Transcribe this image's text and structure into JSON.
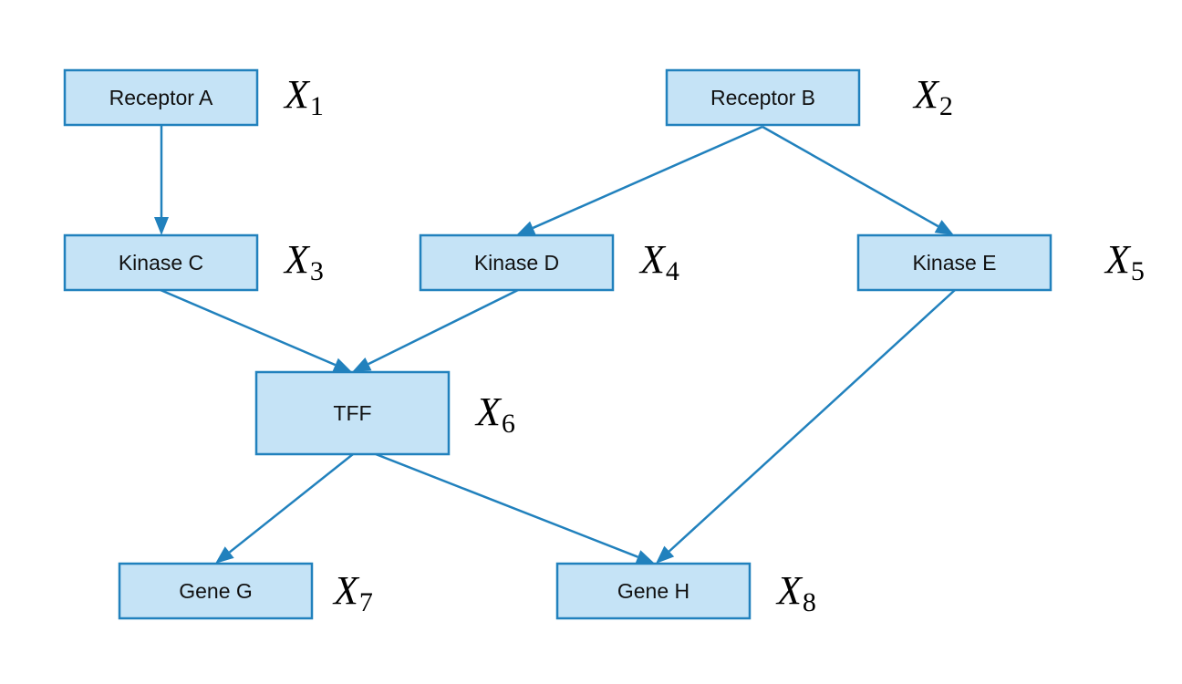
{
  "colors": {
    "node_fill": "#c5e3f6",
    "node_border": "#2181bd",
    "edge": "#2181bd",
    "text": "#111111"
  },
  "nodes": [
    {
      "id": "receptor-a",
      "label": "Receptor A",
      "var": "X",
      "sub": "1"
    },
    {
      "id": "receptor-b",
      "label": "Receptor B",
      "var": "X",
      "sub": "2"
    },
    {
      "id": "kinase-c",
      "label": "Kinase C",
      "var": "X",
      "sub": "3"
    },
    {
      "id": "kinase-d",
      "label": "Kinase D",
      "var": "X",
      "sub": "4"
    },
    {
      "id": "kinase-e",
      "label": "Kinase E",
      "var": "X",
      "sub": "5"
    },
    {
      "id": "tff",
      "label": "TFF",
      "var": "X",
      "sub": "6"
    },
    {
      "id": "gene-g",
      "label": "Gene G",
      "var": "X",
      "sub": "7"
    },
    {
      "id": "gene-h",
      "label": "Gene H",
      "var": "X",
      "sub": "8"
    }
  ],
  "edges": [
    {
      "from": "receptor-a",
      "to": "kinase-c"
    },
    {
      "from": "receptor-b",
      "to": "kinase-d"
    },
    {
      "from": "receptor-b",
      "to": "kinase-e"
    },
    {
      "from": "kinase-c",
      "to": "tff"
    },
    {
      "from": "kinase-d",
      "to": "tff"
    },
    {
      "from": "kinase-e",
      "to": "gene-h"
    },
    {
      "from": "tff",
      "to": "gene-g"
    },
    {
      "from": "tff",
      "to": "gene-h"
    }
  ]
}
